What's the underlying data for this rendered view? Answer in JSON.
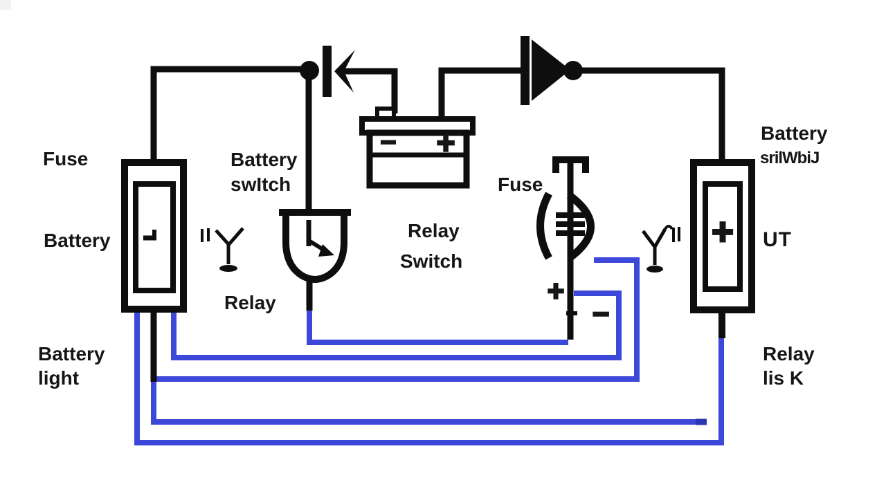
{
  "diagram": {
    "type": "circuit-wiring-diagram",
    "colors": {
      "background": "#ffffff",
      "wire_black": "#0e0e0e",
      "wire_blue": "#3c48d8",
      "wire_blue_dark": "#2c36ae",
      "text": "#161616"
    },
    "labels": {
      "fuse_left": "Fuse",
      "battery_left": "Battery",
      "battery_light": {
        "line1": "Battery",
        "line2": "light"
      },
      "battery_switch": {
        "line1": "Battery",
        "line2": "swItch"
      },
      "relay_left": "Relay",
      "relay_switch_center": {
        "line1": "Relay",
        "line2": "Switch"
      },
      "fuse_right": "Fuse",
      "plus_mark": "+",
      "minus_mark": "−",
      "battery_right": {
        "line1": "Battery",
        "line2": "srilWbiJ"
      },
      "ut_right": "UT",
      "relay_link": {
        "line1": "Relay",
        "line2": "lis K"
      },
      "battery_terminal_minus": "−",
      "battery_terminal_plus": "+",
      "right_component_plus": "+"
    },
    "symbols": {
      "junction_dot_left": "filled-circle-junction",
      "junction_dot_right": "filled-circle-junction",
      "diode_left": "left-pointing-diode-with-bar",
      "diode_right": "right-pointing-diode-with-bar",
      "car_battery": "battery-box-with-terminals",
      "fuse_cartridge_left": "rectangular-cartridge-fuse",
      "fuse_cartridge_right": "rectangular-cartridge-fuse",
      "fuse_element_center": "curved-fuse-element-with-plates",
      "relay_shield": "shield-shaped-switch-with-arrow",
      "lamp_left": "stemmed-indicator-lamp",
      "lamp_right": "stemmed-indicator-lamp"
    }
  }
}
